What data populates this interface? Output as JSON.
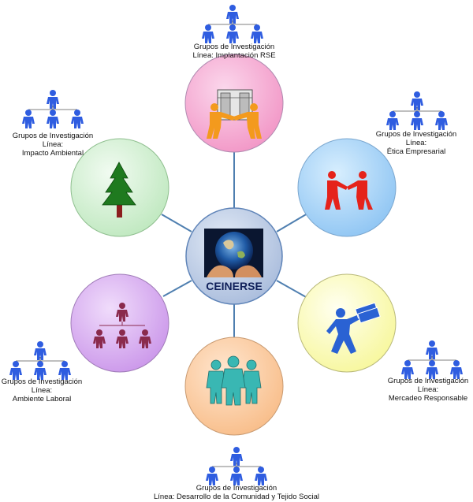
{
  "center": {
    "title": "CEINERSE",
    "image": "earth-in-hands-image",
    "fill": "#b7c8e3"
  },
  "nodes": [
    {
      "id": "implantacion",
      "fill": "#f6a8d3",
      "icon": "handshake-building-icon",
      "label_lines": [
        "Grupos de Investigación",
        "Línea: Implantación RSE"
      ]
    },
    {
      "id": "etica",
      "fill": "#9fd0f6",
      "icon": "handshake-people-icon",
      "label_lines": [
        "Grupos de Investigación",
        "Línea:",
        "Ética Empresarial"
      ]
    },
    {
      "id": "mercadeo",
      "fill": "#fbfbb0",
      "icon": "person-carrying-money-icon",
      "label_lines": [
        "Grupos de Investigación",
        "Línea:",
        "Mercadeo Responsable"
      ]
    },
    {
      "id": "comunidad",
      "fill": "#fbcda3",
      "icon": "group-of-people-icon",
      "label_lines": [
        "Grupos de Investigación",
        "Línea: Desarrollo de la Comunidad y Tejido Social"
      ]
    },
    {
      "id": "laboral",
      "fill": "#d9aef0",
      "icon": "org-chart-people-icon",
      "label_lines": [
        "Grupos de Investigación",
        "Línea:",
        "Ambiente Laboral"
      ]
    },
    {
      "id": "ambiental",
      "fill": "#cdeecd",
      "icon": "pine-tree-icon",
      "label_lines": [
        "Grupos de Investigación",
        "Línea:",
        "Impacto Ambiental"
      ]
    }
  ],
  "colors": {
    "connector": "#4f7fb0",
    "person_blue": "#2f5de0",
    "person_maroon": "#8a2a4d"
  }
}
